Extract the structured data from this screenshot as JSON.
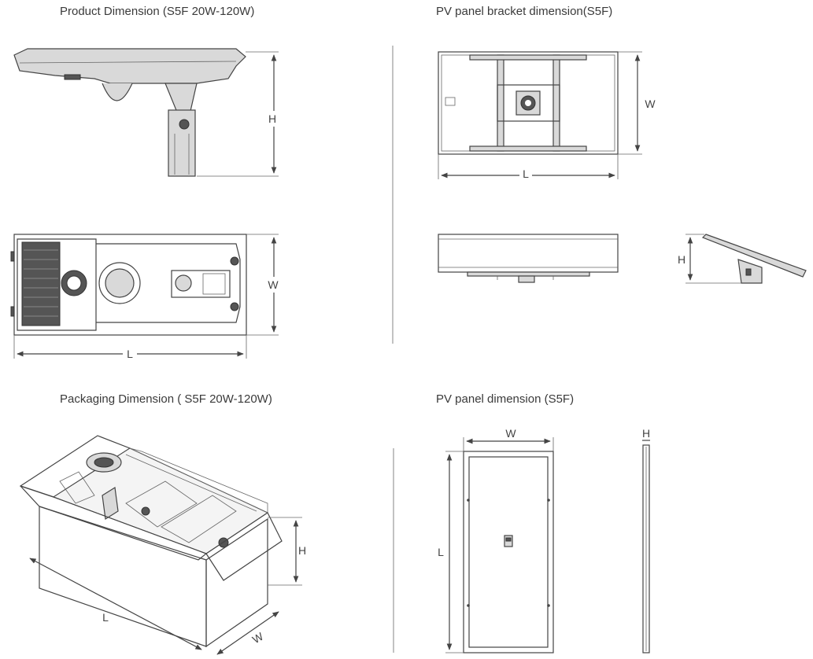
{
  "titles": {
    "product": "Product Dimension (S5F 20W-120W)",
    "bracket": "PV panel bracket dimension(S5F)",
    "packaging": "Packaging Dimension ( S5F 20W-120W)",
    "panel": "PV panel dimension (S5F)"
  },
  "labels": {
    "h": "H",
    "w": "W",
    "l": "L"
  },
  "colors": {
    "line": "#444444",
    "fill": "#d9d9d9"
  }
}
